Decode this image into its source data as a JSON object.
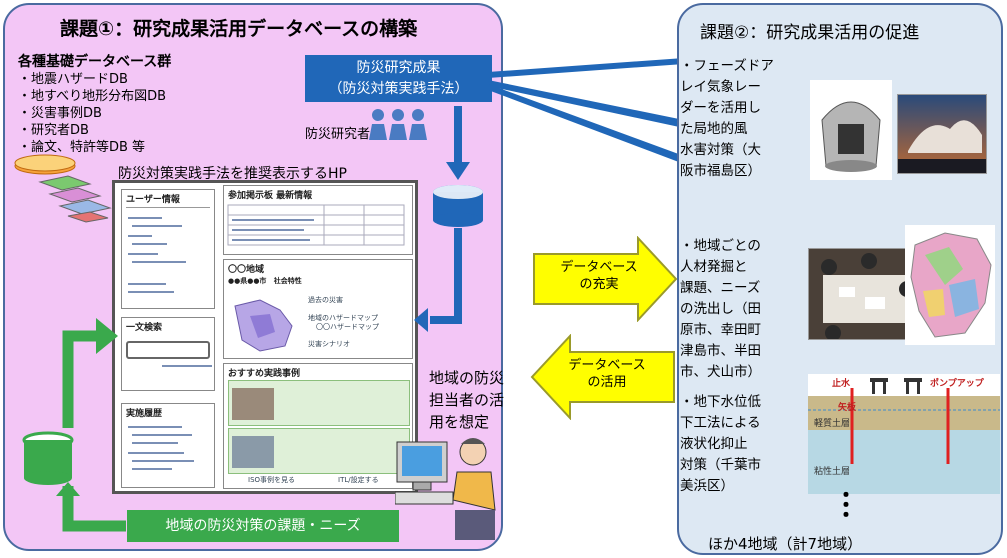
{
  "left_panel": {
    "title": "課題①：研究成果活用データベースの構築",
    "db_group": {
      "heading": "各種基礎データベース群",
      "items": [
        "・地震ハザードDB",
        "・地すべり地形分布図DB",
        "・災害事例DB",
        "・研究者DB",
        "・論文、特許等DB 等"
      ]
    },
    "research_box": {
      "line1": "防災研究成果",
      "line2": "（防災対策実践手法）"
    },
    "researchers_label": "防災研究者",
    "hp_title": "防災対策実践手法を推奨表示するHP",
    "hp_mock": {
      "user_info": "ユーザー情報",
      "board": "参加掲示板 最新情報",
      "search": "一文検索",
      "history": "実施履歴",
      "area": "〇〇地域",
      "area_row": "●●県●●市",
      "society": "社会特性",
      "past": "過去の災害",
      "hazard_map": "地域のハザードマップ",
      "hazard_sub": "〇〇ハザードマップ",
      "scenario": "災害シナリオ",
      "recommend": "おすすめ実践事例",
      "footer_l": "ISO事例を見る",
      "footer_r": "ITL/設定する"
    },
    "bottom_bar": "地域の防災対策の課題・ニーズ",
    "municipal_text": [
      "地域の防災",
      "担当者の活",
      "用を想定"
    ]
  },
  "arrows": {
    "enrich": [
      "データベース",
      "の充実"
    ],
    "use": [
      "データベース",
      "の活用"
    ]
  },
  "right_panel": {
    "title": "課題②：研究成果活用の促進",
    "case1": [
      "・フェーズドア",
      "レイ気象レー",
      "ダーを活用し",
      "た局地的風",
      "水害対策（大",
      "阪市福島区）"
    ],
    "case2": [
      "・地域ごとの",
      "人材発掘と",
      "課題、ニーズ",
      "の洗出し（田",
      "原市、幸田町",
      "津島市、半田",
      "市、犬山市）"
    ],
    "case3": [
      "・地下水位低",
      "下工法による",
      "液状化抑止",
      "対策（千葉市",
      "美浜区）"
    ],
    "case3_labels": {
      "stop": "止水",
      "pump": "ポンプアップ",
      "sheet": "矢板",
      "light": "軽質土層",
      "clay": "粘性土層"
    },
    "more": "ほか4地域（計7地域）"
  },
  "colors": {
    "left_bg": "#f3c6f6",
    "right_bg": "#dde8f3",
    "blue": "#2067b8",
    "green": "#3aa94c",
    "yellow": "#fffe00"
  }
}
